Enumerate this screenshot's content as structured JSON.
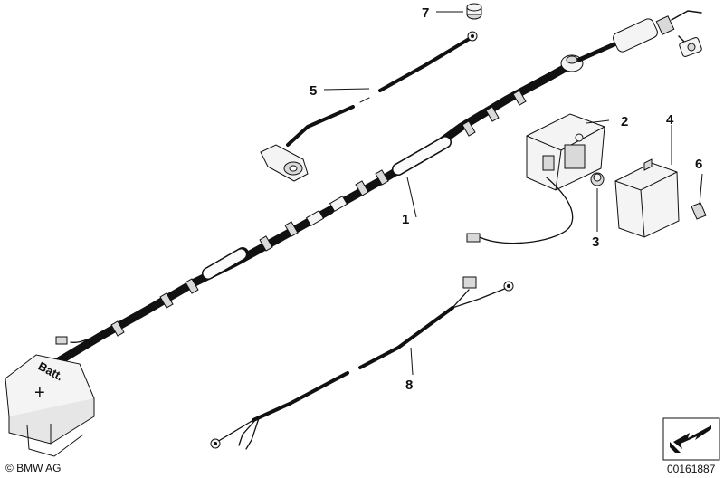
{
  "callouts": {
    "c1": "1",
    "c2": "2",
    "c3": "3",
    "c4": "4",
    "c5": "5",
    "c6": "6",
    "c7": "7",
    "c8": "8"
  },
  "battery_label": "Batt.",
  "battery_plus": "+",
  "footer": {
    "copyright": "© BMW AG",
    "diagram_number": "00161887"
  },
  "icons": {
    "navigation": "arrow-return-icon"
  }
}
